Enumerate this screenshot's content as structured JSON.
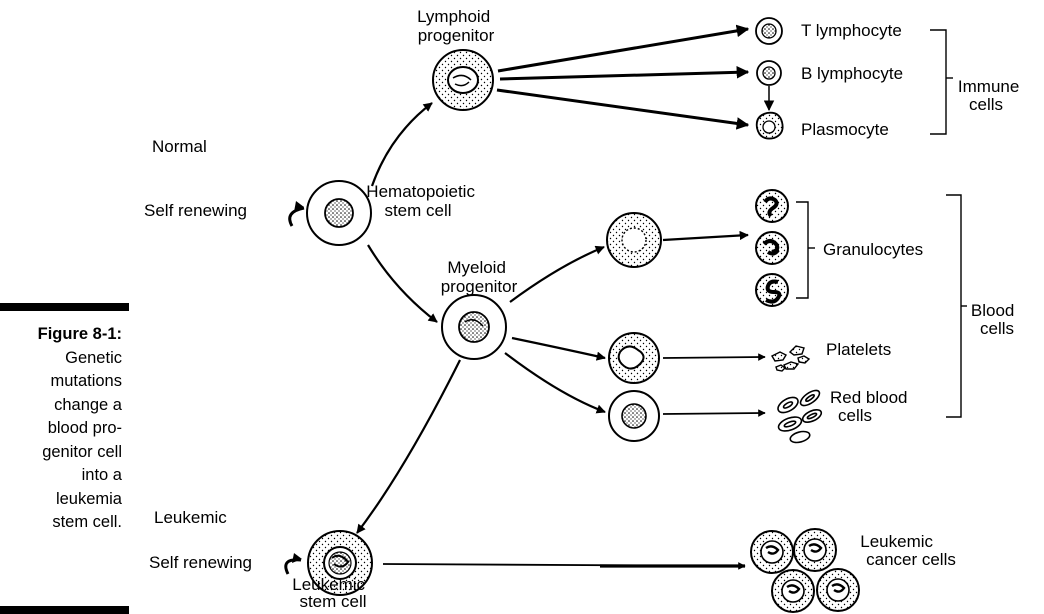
{
  "caption": {
    "title": "Figure 8-1:",
    "lines": [
      "Genetic",
      "mutations",
      "change a",
      "blood pro-",
      "genitor cell",
      "into a",
      "leukemia",
      "stem cell."
    ]
  },
  "labels": {
    "lymphoid_progenitor": [
      "Lymphoid",
      "progenitor"
    ],
    "normal": "Normal",
    "self_renewing_top": "Self renewing",
    "hematopoietic": [
      "Hematopoietic",
      "stem cell"
    ],
    "myeloid_progenitor": [
      "Myeloid",
      "progenitor"
    ],
    "t_lymphocyte": "T lymphocyte",
    "b_lymphocyte": "B lymphocyte",
    "plasmocyte": "Plasmocyte",
    "immune_cells": [
      "Immune",
      "cells"
    ],
    "granulocytes": "Granulocytes",
    "blood_cells": [
      "Blood",
      "cells"
    ],
    "platelets": "Platelets",
    "red_blood_cells": [
      "Red blood",
      "cells"
    ],
    "leukemic": "Leukemic",
    "self_renewing_bottom": "Self renewing",
    "leukemic_stem_cell": [
      "Leukemic",
      "stem cell"
    ],
    "leukemic_cancer_cells": [
      "Leukemic",
      "cancer cells"
    ]
  }
}
